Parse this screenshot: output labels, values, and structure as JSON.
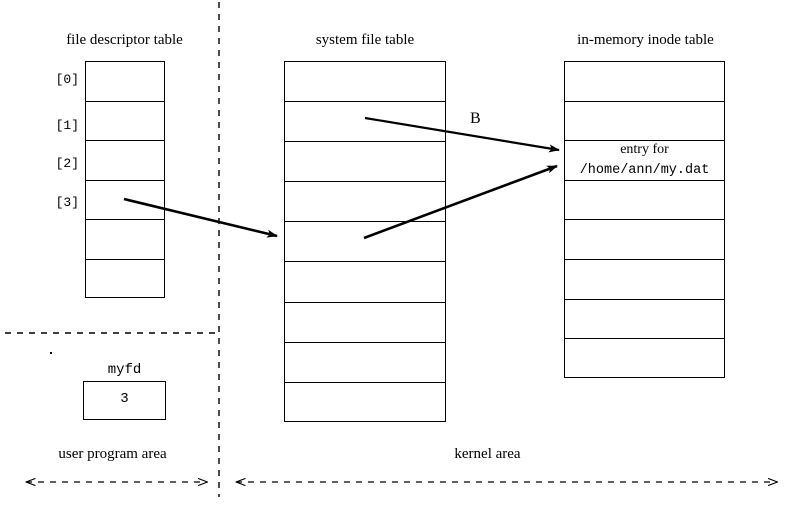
{
  "diagram": {
    "tables": [
      {
        "id": "file-descriptor-table",
        "title": "file descriptor table",
        "row_count": 6,
        "index_labels": [
          "[0]",
          "[1]",
          "[2]",
          "[3]"
        ]
      },
      {
        "id": "system-file-table",
        "title": "system file table",
        "row_count": 9
      },
      {
        "id": "in-memory-inode-table",
        "title": "in-memory inode table",
        "row_count": 8,
        "entry_cell": {
          "line1": "entry for",
          "line2": "/home/ann/my.dat",
          "row_index": 2
        }
      }
    ],
    "variable": {
      "name": "myfd",
      "value": "3"
    },
    "arrow_labels": [
      {
        "text": "B"
      }
    ],
    "areas": [
      {
        "label": "user program area"
      },
      {
        "label": "kernel area"
      }
    ],
    "colors": {
      "line": "#000000",
      "background": "#ffffff"
    }
  }
}
